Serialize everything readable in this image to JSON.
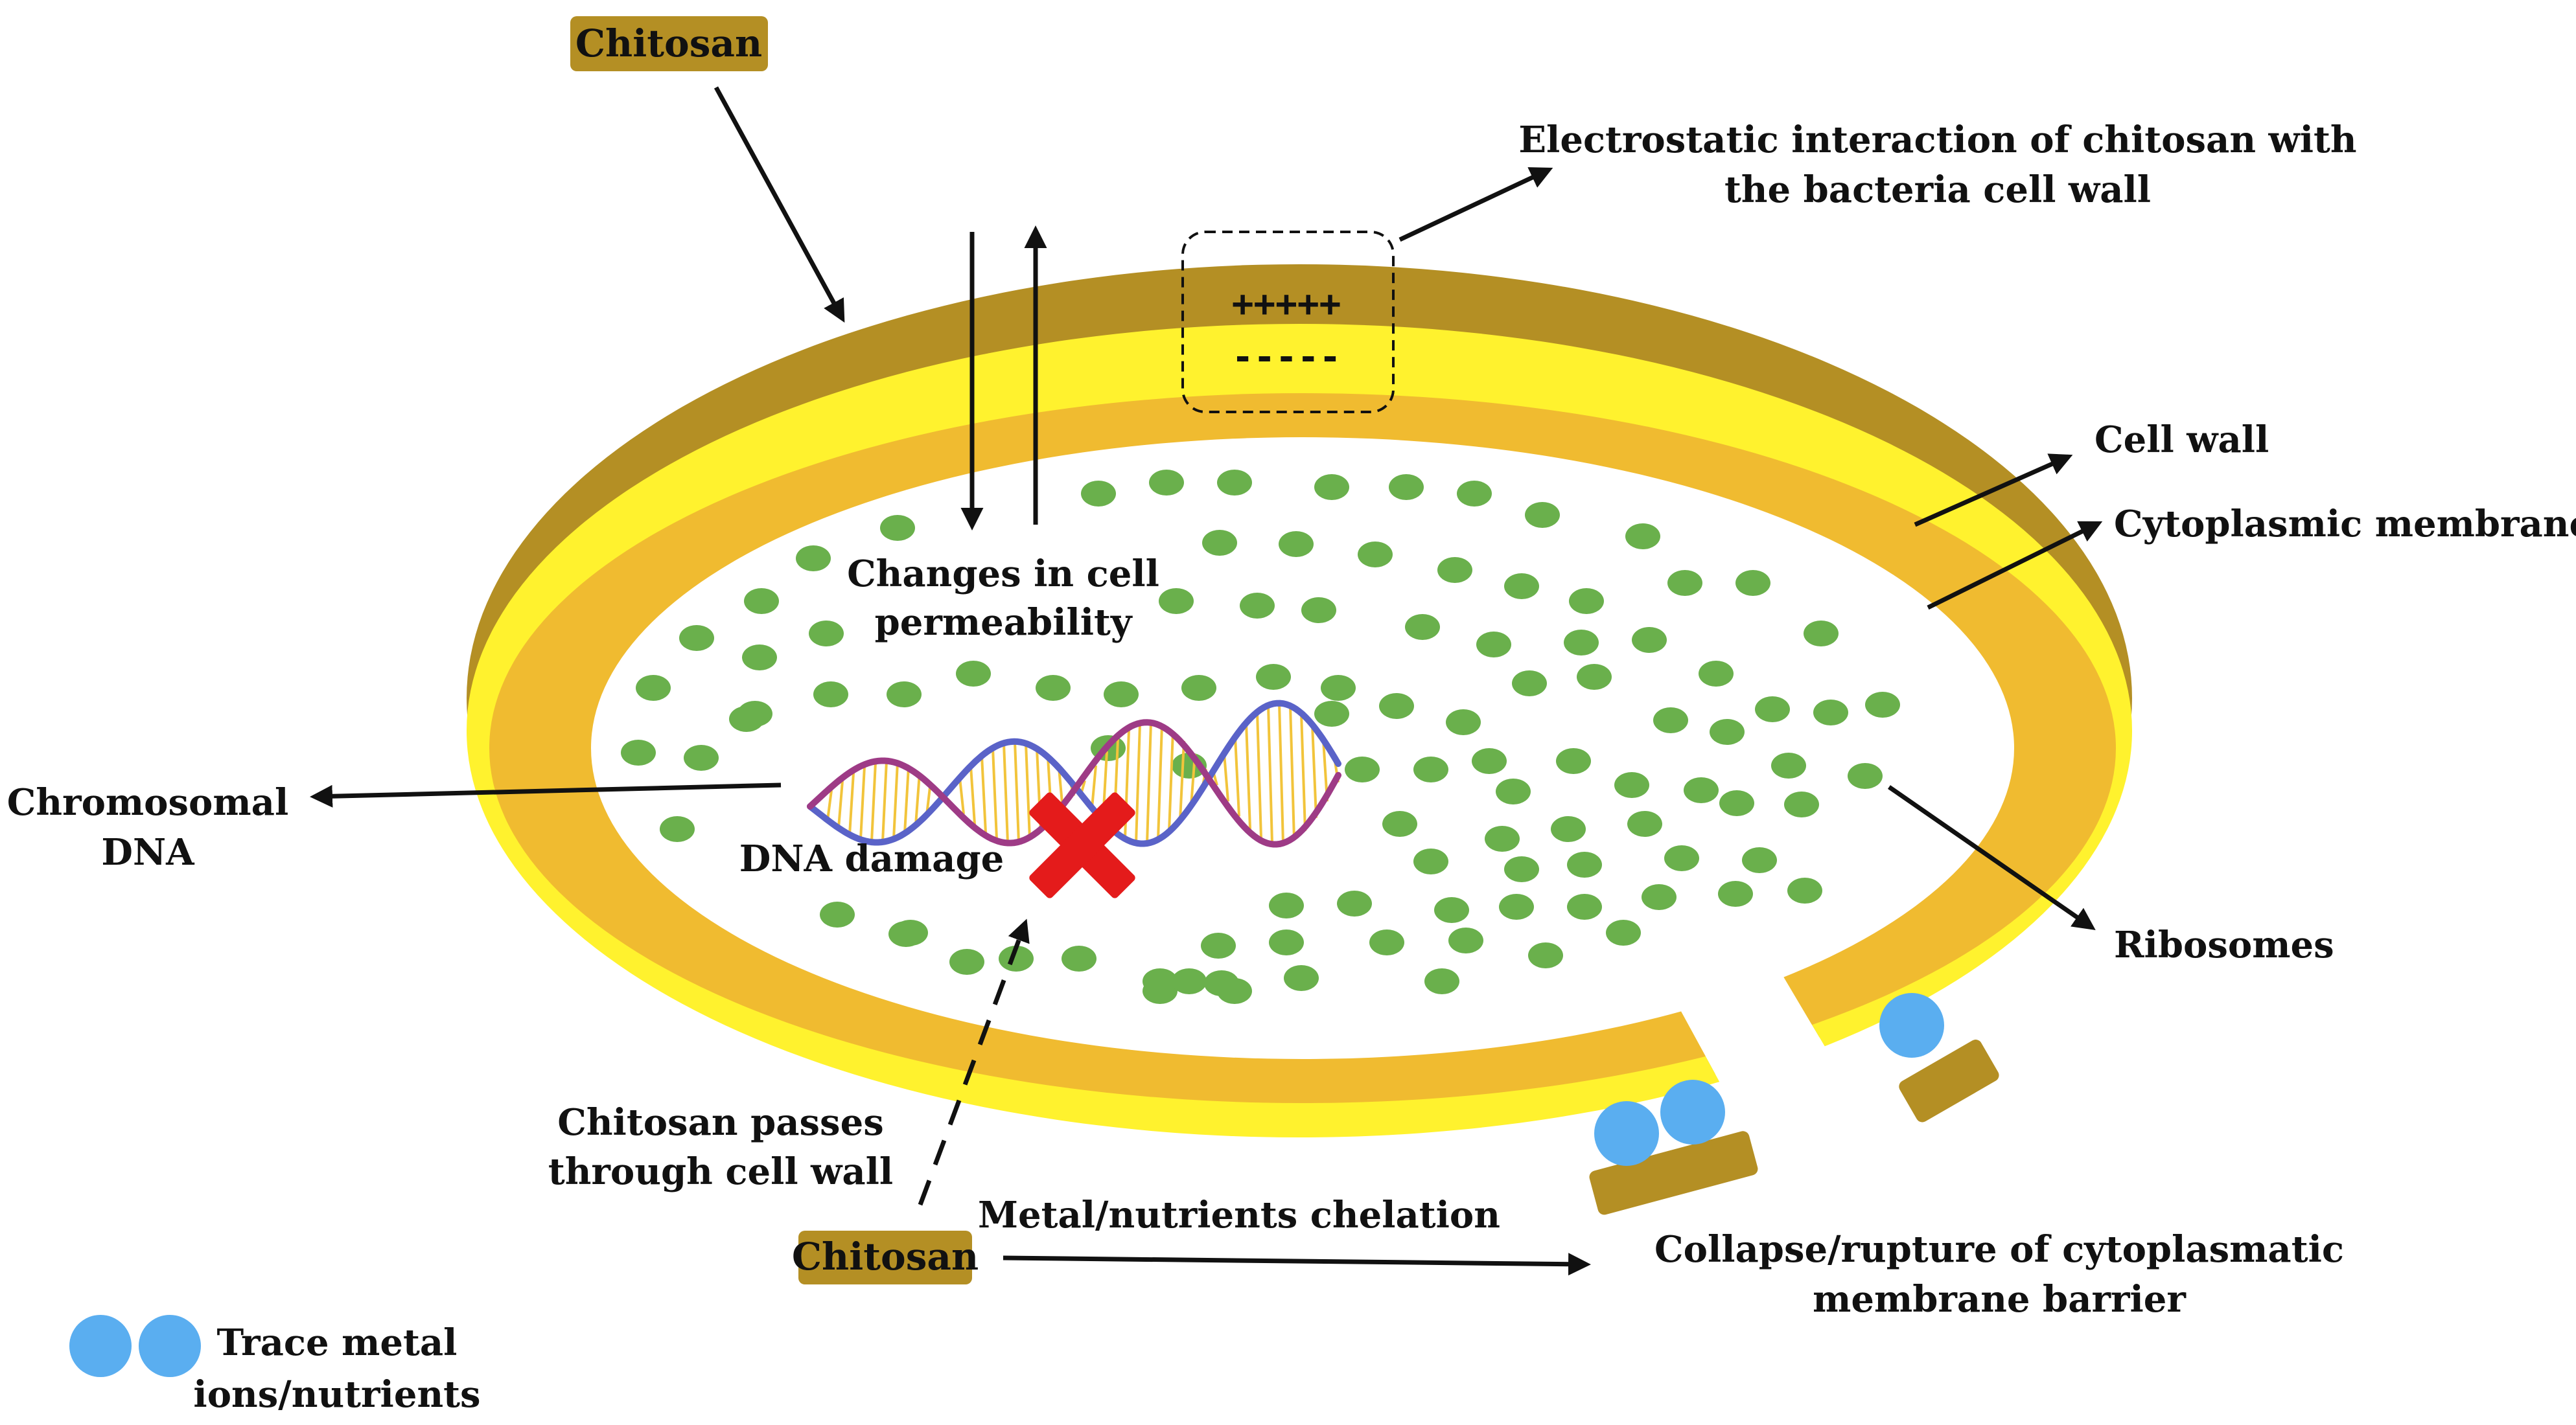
{
  "colors": {
    "chitosan_layer": "#b48f24",
    "cell_wall_yellow": "#fff22e",
    "membrane_orange": "#f0bb30",
    "ribosome": "#6ab04c",
    "metal_ion": "#5aaef0",
    "damage_x": "#e41b1b",
    "dna_strand_1": "#5a63c8",
    "dna_strand_2": "#9e3b86",
    "dna_rungs": "#f2c43b"
  },
  "tags": {
    "chitosan_top": "Chitosan",
    "chitosan_bottom": "Chitosan"
  },
  "labels": {
    "electrostatic_line1": "Electrostatic interaction of chitosan with",
    "electrostatic_line2": "the bacteria cell wall",
    "cell_wall": "Cell wall",
    "cytoplasmic_membrane": "Cytoplasmic membrane",
    "permeability_line1": "Changes in cell",
    "permeability_line2": "permeability",
    "chromosomal_line1": "Chromosomal",
    "chromosomal_line2": "DNA",
    "dna_damage": "DNA damage",
    "ribosomes": "Ribosomes",
    "passes_line1": "Chitosan passes",
    "passes_line2": "through cell wall",
    "chelation": "Metal/nutrients chelation",
    "collapse_line1": "Collapse/rupture of cytoplasmatic",
    "collapse_line2": "membrane barrier",
    "trace_line1": "Trace metal",
    "trace_line2": "ions/nutrients"
  },
  "charges": {
    "positive": "+++++",
    "negative": "-----"
  }
}
